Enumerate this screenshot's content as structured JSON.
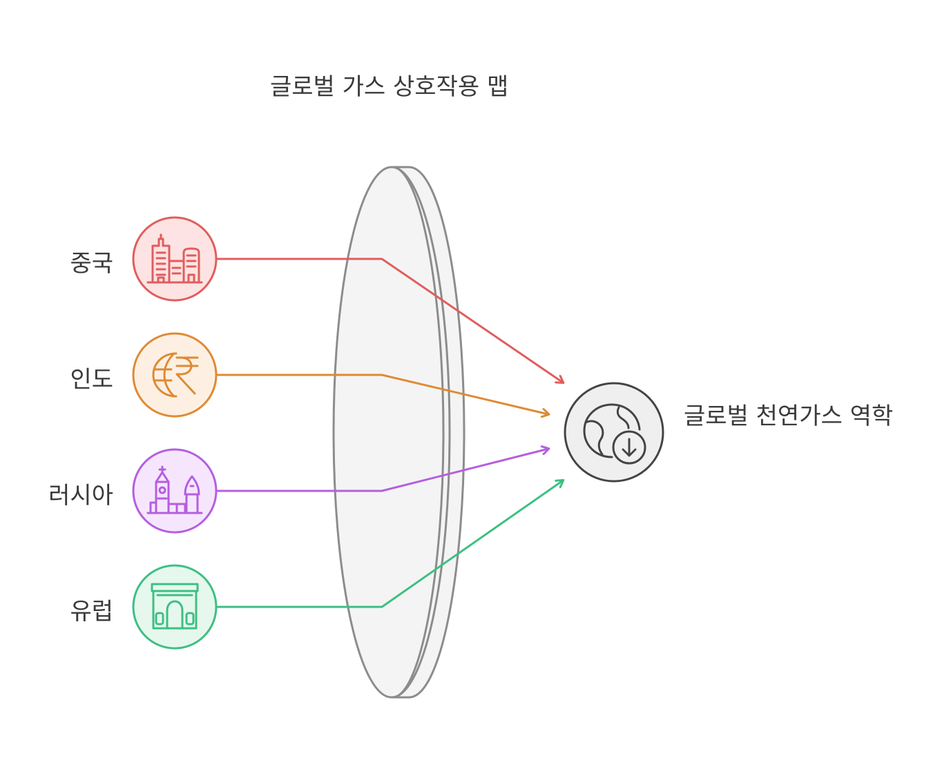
{
  "title": "글로벌 가스 상호작용 맵",
  "regions": [
    {
      "label": "중국",
      "icon": "city-buildings-icon",
      "color": "#e05d5d",
      "fill": "#fde3e3"
    },
    {
      "label": "인도",
      "icon": "globe-rupee-icon",
      "color": "#df8a33",
      "fill": "#fdf0e3"
    },
    {
      "label": "러시아",
      "icon": "kremlin-towers-icon",
      "color": "#b45ee0",
      "fill": "#f6e6fd"
    },
    {
      "label": "유럽",
      "icon": "triumphal-arch-icon",
      "color": "#3dbf82",
      "fill": "#e6f8ee"
    }
  ],
  "result": {
    "label": "글로벌 천연가스 역학",
    "icon": "globe-download-icon",
    "color": "#444444",
    "fill": "#efefef"
  },
  "lens": {
    "fill": "#f4f4f4",
    "stroke": "#8c8c8c"
  }
}
